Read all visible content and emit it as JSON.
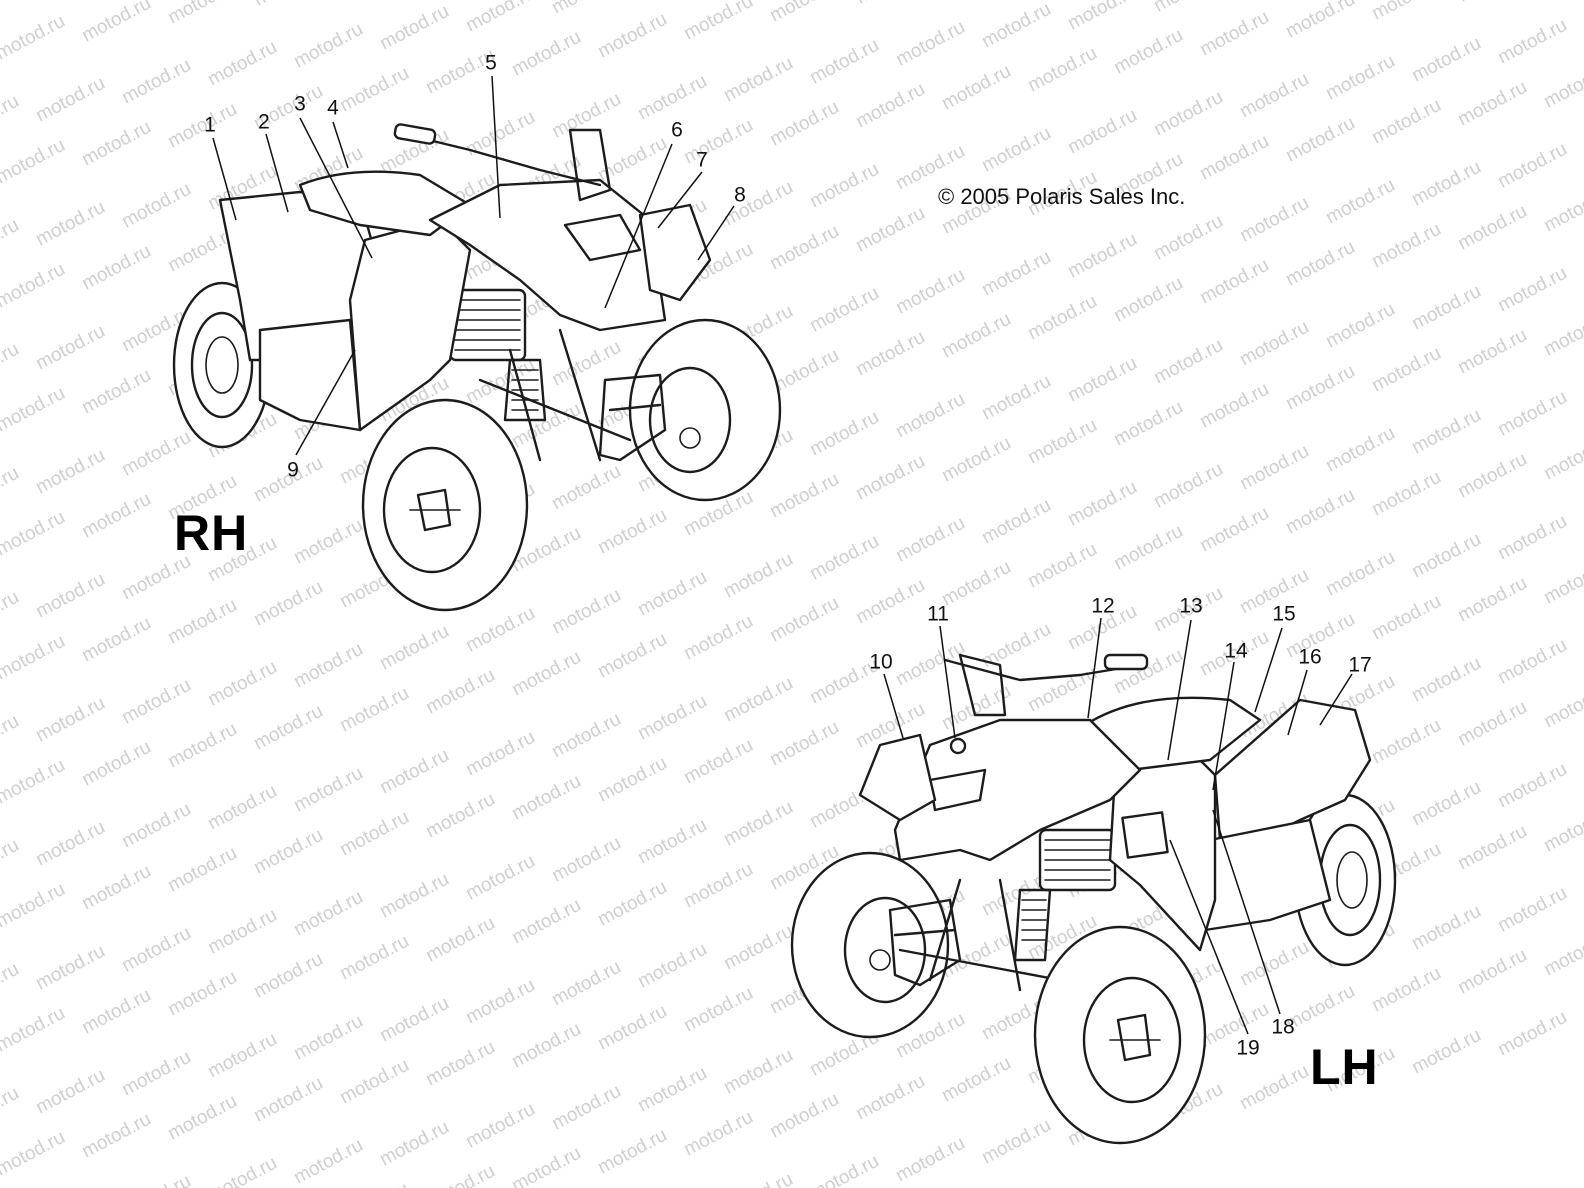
{
  "watermark_text": "motod.ru",
  "copyright": "© 2005 Polaris Sales Inc.",
  "views": {
    "rh": {
      "label": "RH"
    },
    "lh": {
      "label": "LH"
    }
  },
  "callouts": [
    "1",
    "2",
    "3",
    "4",
    "5",
    "6",
    "7",
    "8",
    "9",
    "10",
    "11",
    "12",
    "13",
    "14",
    "15",
    "16",
    "17",
    "18",
    "19"
  ]
}
